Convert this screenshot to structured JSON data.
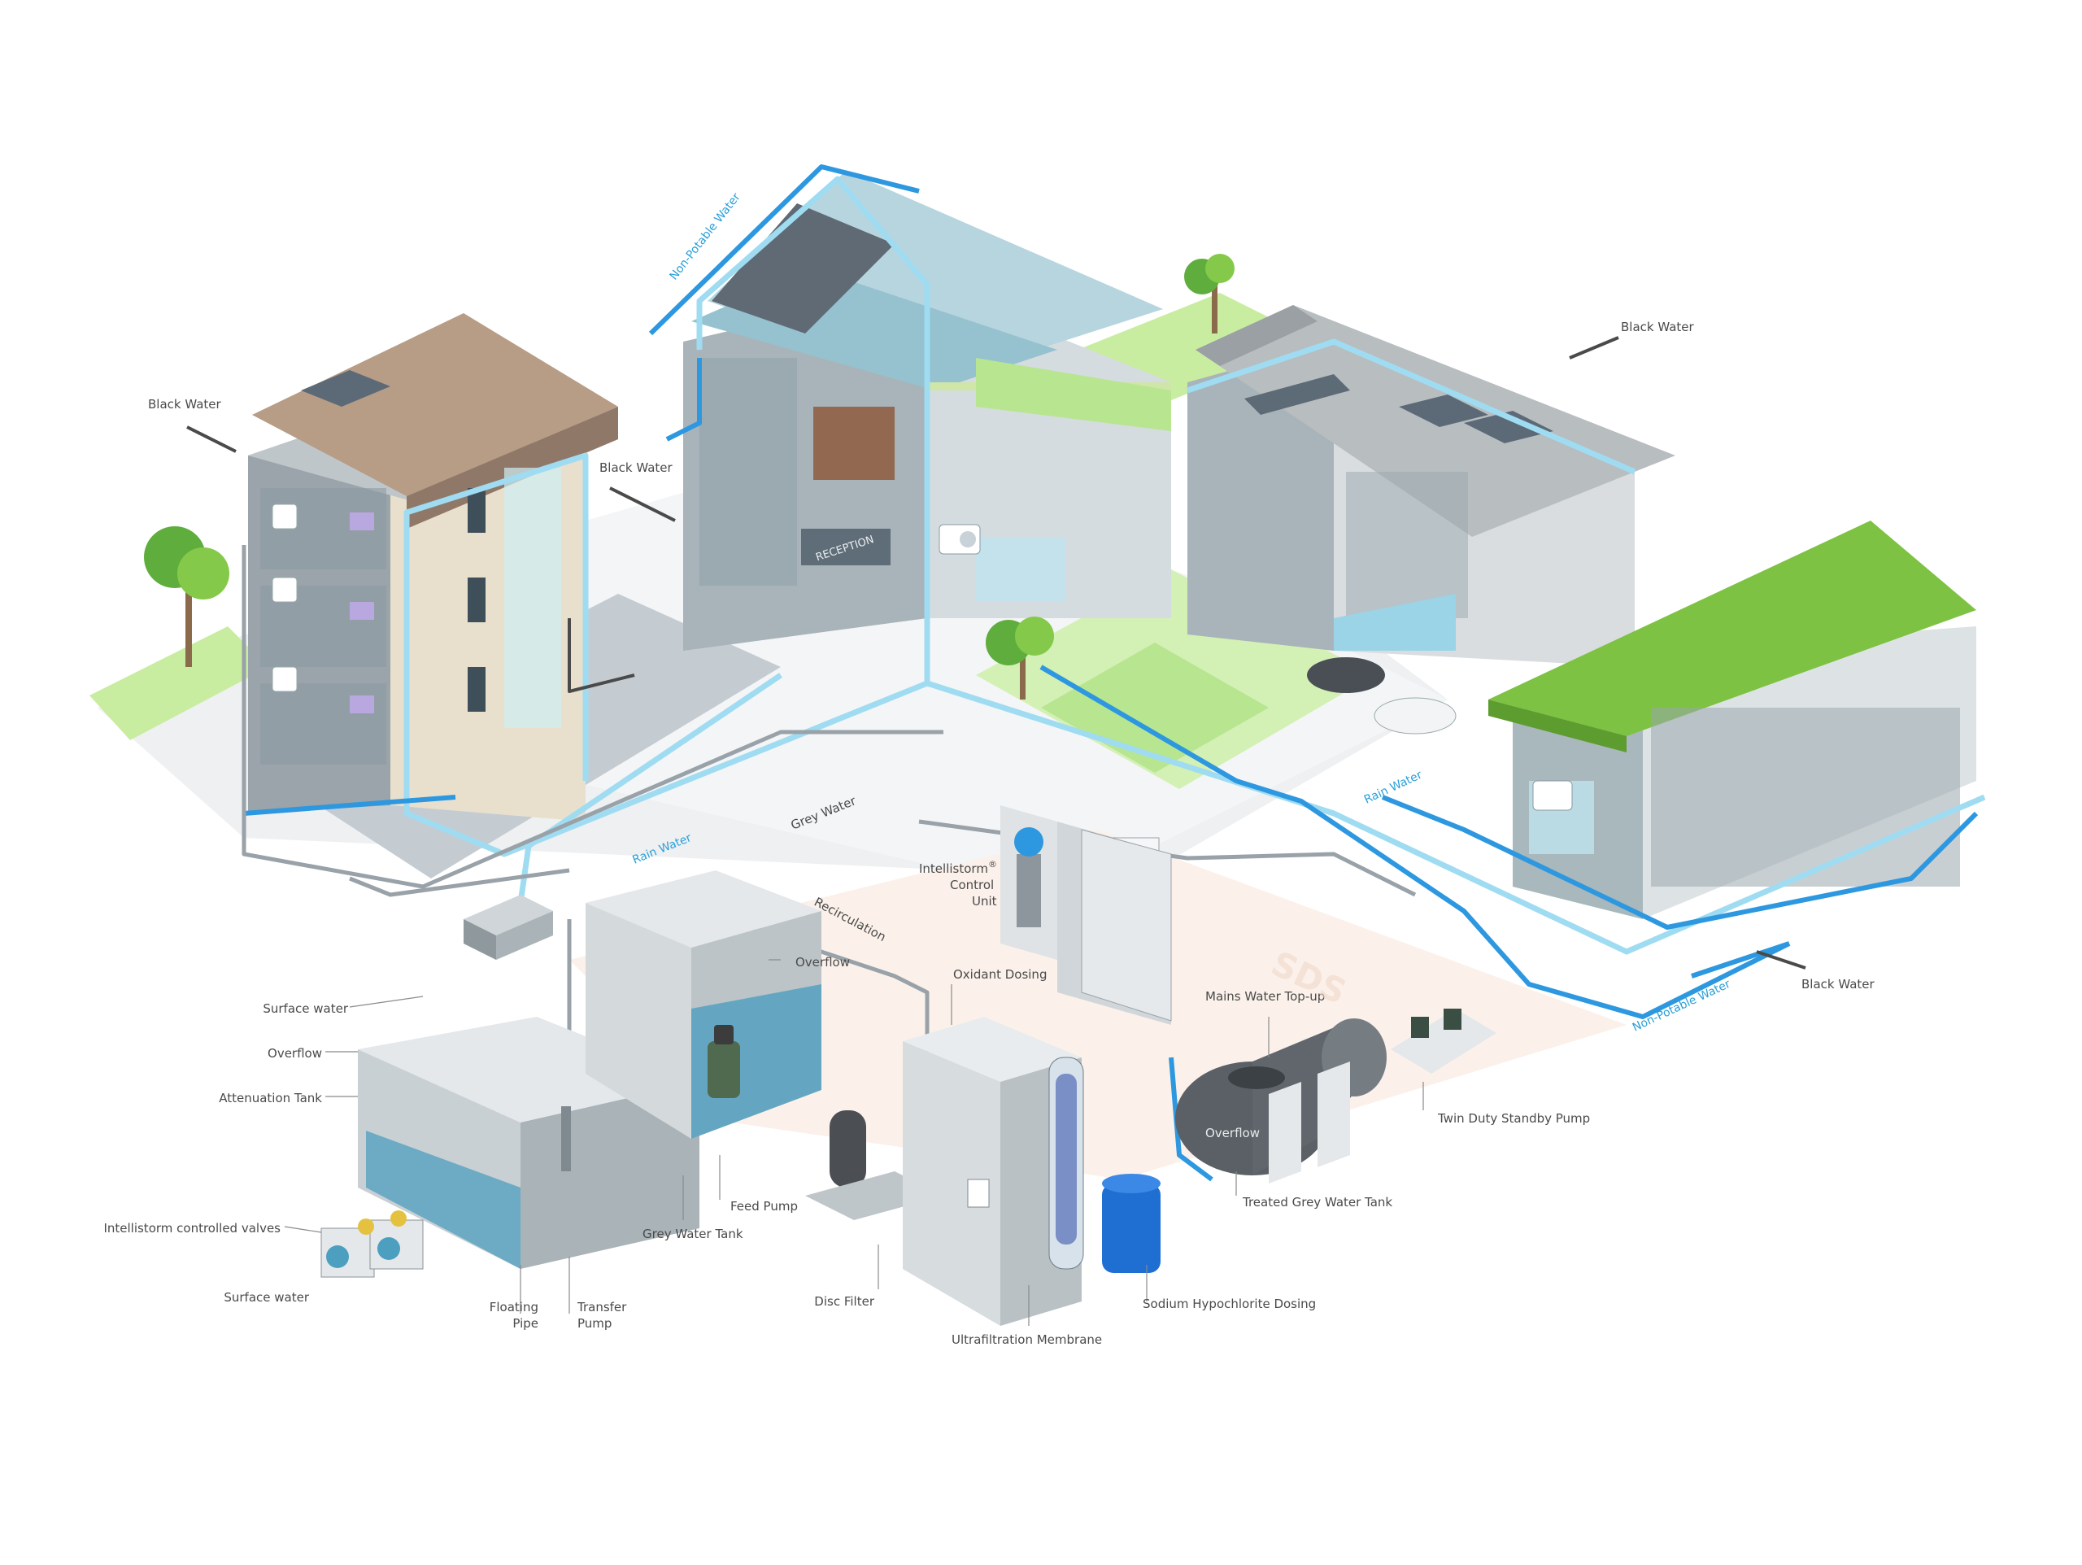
{
  "diagram": {
    "flows": {
      "black_water_left": "Black Water",
      "black_water_center": "Black Water",
      "black_water_right_top": "Black Water",
      "black_water_right_bottom": "Black Water",
      "non_potable_top": "Non-Potable Water",
      "non_potable_bottom": "Non-Potable Water",
      "rain_water_left": "Rain Water",
      "rain_water_right": "Rain Water",
      "grey_water": "Grey Water",
      "recirculation": "Recirculation"
    },
    "signage": {
      "reception": "RECEPTION",
      "watermark": "SDS"
    },
    "labels": {
      "surface_water_top": "Surface water",
      "overflow_left": "Overflow",
      "attenuation_tank": "Attenuation Tank",
      "controlled_valves": "Intellistorm controlled valves",
      "surface_water_bottom": "Surface water",
      "floating_pipe_1": "Floating",
      "floating_pipe_2": "Pipe",
      "transfer_pump_1": "Transfer",
      "transfer_pump_2": "Pump",
      "grey_water_tank": "Grey Water Tank",
      "feed_pump": "Feed Pump",
      "overflow_tank": "Overflow",
      "disc_filter": "Disc Filter",
      "oxidant_dosing": "Oxidant Dosing",
      "ultrafiltration_membrane": "Ultrafiltration Membrane",
      "sodium_hypochlorite": "Sodium Hypochlorite Dosing",
      "control_unit_1": "Intellistorm",
      "control_unit_reg": "®",
      "control_unit_2": "Control",
      "control_unit_3": "Unit",
      "mains_water": "Mains Water Top-up",
      "overflow_treated": "Overflow",
      "treated_grey_tank": "Treated Grey Water Tank",
      "twin_pump": "Twin Duty Standby Pump"
    },
    "colors": {
      "rain_water": "#9fdcf2",
      "non_potable_water": "#2d98e0",
      "grey_water": "#98a2a8",
      "black_water": "#4a4a4a",
      "green_roof": "#7dc242",
      "tank_water": "#4d9fc0"
    }
  }
}
